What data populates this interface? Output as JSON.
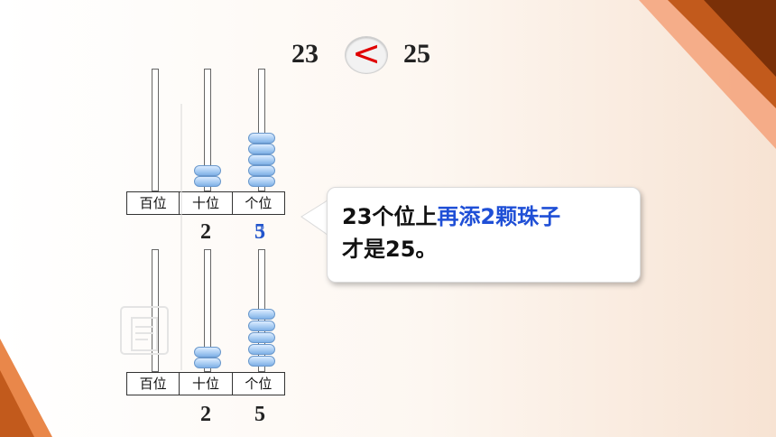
{
  "comparison": {
    "left": "23",
    "symbol": "<",
    "right": "25"
  },
  "abacus_labels": [
    "百位",
    "十位",
    "个位"
  ],
  "top_abacus": {
    "digits": [
      "2",
      "5"
    ],
    "overlay_digit": "3",
    "beads": {
      "hundreds": 0,
      "tens": 2,
      "ones": 5
    }
  },
  "bottom_abacus": {
    "digits": [
      "2",
      "5"
    ],
    "beads": {
      "hundreds": 0,
      "tens": 2,
      "ones": 5
    }
  },
  "bubble": {
    "part1": "23个位上",
    "highlight": "再添2颗珠子",
    "part2": "才是25。"
  },
  "colors": {
    "symbol": "#e00000",
    "highlight": "#1f4fd6",
    "bead": "#a9cdf3",
    "accent": "#7a3008"
  }
}
